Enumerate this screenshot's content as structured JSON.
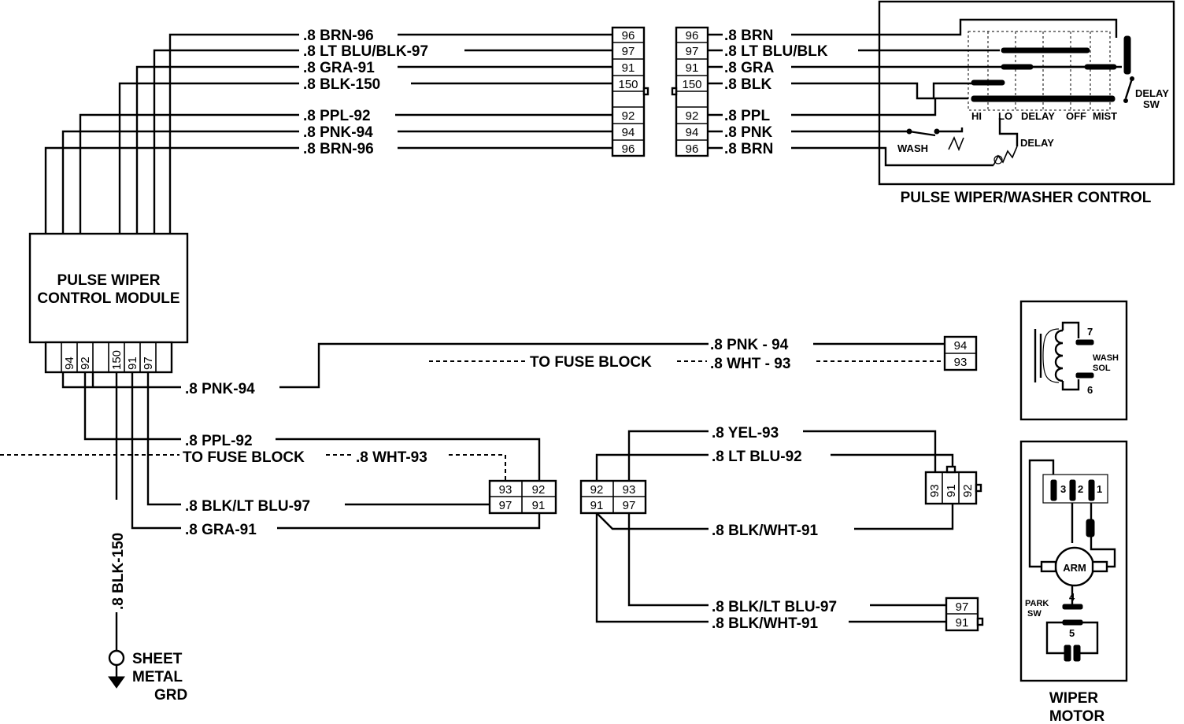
{
  "module": {
    "line1": "PULSE WIPER",
    "line2": "CONTROL MODULE",
    "pins": [
      "94",
      "92",
      "150",
      "91",
      "97"
    ]
  },
  "top_wires_left": [
    ".8  BRN-96",
    ".8  LT BLU/BLK-97",
    ".8  GRA-91",
    ".8  BLK-150",
    ".8  PPL-92",
    ".8  PNK-94",
    ".8  BRN-96"
  ],
  "top_connector_left": [
    "96",
    "97",
    "91",
    "150",
    "92",
    "94",
    "96"
  ],
  "top_connector_right": [
    "96",
    "97",
    "91",
    "150",
    "92",
    "94",
    "96"
  ],
  "top_wires_right": [
    ".8  BRN",
    ".8  LT BLU/BLK",
    ".8  GRA",
    ".8  BLK",
    ".8  PPL",
    ".8  PNK",
    ".8  BRN"
  ],
  "switch": {
    "title": "PULSE WIPER/WASHER CONTROL",
    "positions": [
      "HI",
      "LO",
      "DELAY",
      "OFF",
      "MIST"
    ],
    "delay_sw_1": "DELAY",
    "delay_sw_2": "SW",
    "wash": "WASH",
    "delay": "DELAY"
  },
  "mid": {
    "pnk94_left": ".8  PNK-94",
    "pnk94_right": ".8  PNK - 94",
    "to_fuse_block": "TO FUSE BLOCK",
    "wht93": ".8  WHT - 93",
    "conn_9493": [
      "94",
      "93"
    ]
  },
  "lower": {
    "ppl92": ".8  PPL-92",
    "to_fuse_block": "TO FUSE BLOCK",
    "wht93": ".8  WHT-93",
    "blkltblu97": ".8  BLK/LT BLU-97",
    "gra91": ".8  GRA-91",
    "conn_left": [
      "93",
      "92",
      "97",
      "91"
    ],
    "conn_mid": [
      "92",
      "93",
      "91",
      "97"
    ],
    "yel93": ".8  YEL-93",
    "ltblu92": ".8  LT BLU-92",
    "blkwht91": ".8  BLK/WHT-91",
    "blkltblu97b": ".8  BLK/LT BLU-97",
    "blkwht91b": ".8  BLK/WHT-91",
    "motor_conn": [
      "93",
      "91",
      "92"
    ],
    "conn_9791": [
      "97",
      "91"
    ]
  },
  "ground": {
    "wire": ".8  BLK-150",
    "line1": "SHEET",
    "line2": "METAL",
    "line3": "GRD"
  },
  "wash_sol": {
    "pin_top": "7",
    "pin_bottom": "6",
    "label1": "WASH",
    "label2": "SOL"
  },
  "wiper_motor": {
    "pins": [
      "3",
      "2",
      "1"
    ],
    "arm": "ARM",
    "park1": "PARK",
    "park2": "SW",
    "pin4": "4",
    "pin5": "5",
    "label1": "WIPER",
    "label2": "MOTOR"
  }
}
